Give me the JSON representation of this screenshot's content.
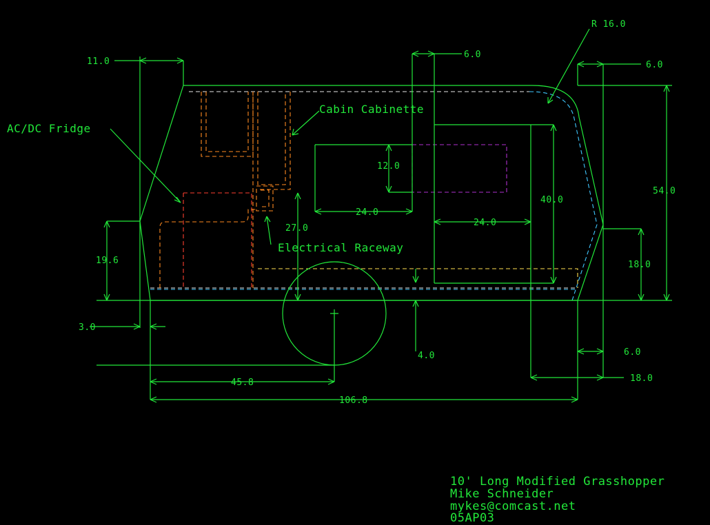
{
  "drawing": {
    "labels": {
      "fridge": "AC/DC Fridge",
      "cabinette": "Cabin Cabinette",
      "raceway": "Electrical Raceway"
    },
    "dimensions": {
      "d11": "11.0",
      "d6_top_mid": "6.0",
      "d6_top_right": "6.0",
      "d_radius": "R 16.0",
      "d54": "54.0",
      "d12": "12.0",
      "d24_left": "24.0",
      "d24_right": "24.0",
      "d40": "40.0",
      "d27": "27.0",
      "d19_6": "19.6",
      "d18_right": "18.0",
      "d3": "3.0",
      "d4": "4.0",
      "d45_8": "45.8",
      "d106_8": "106.8",
      "d6_bottom": "6.0",
      "d18_bottom": "18.0"
    }
  },
  "title_block": {
    "line1": "10' Long Modified Grasshopper",
    "line2": "Mike Schneider",
    "line3": "mykes@comcast.net",
    "line4": "05AP03"
  },
  "colors": {
    "line": "#22e83a",
    "cabinet": "#ff8a20",
    "fridge": "#ff4030",
    "raceway": "#ffe050",
    "inner_wall": "#40c8ff",
    "mattress": "#b030d0"
  }
}
